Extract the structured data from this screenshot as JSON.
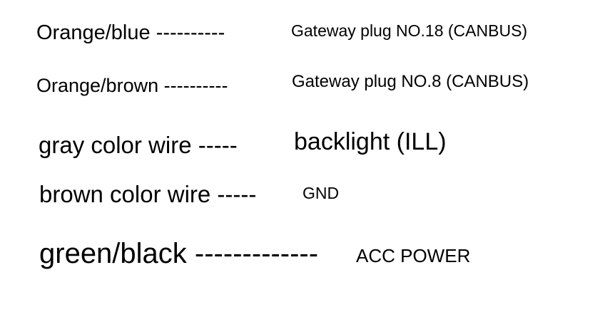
{
  "rows": [
    {
      "wire": "Orange/blue ----------",
      "function": "Gateway plug NO.18 (CANBUS)"
    },
    {
      "wire": "Orange/brown ----------",
      "function": "Gateway plug NO.8 (CANBUS)"
    },
    {
      "wire": "gray color wire -----",
      "function": "backlight (ILL)"
    },
    {
      "wire": "brown color wire -----",
      "function": "GND"
    },
    {
      "wire": "green/black -------------",
      "function": "ACC POWER"
    }
  ]
}
